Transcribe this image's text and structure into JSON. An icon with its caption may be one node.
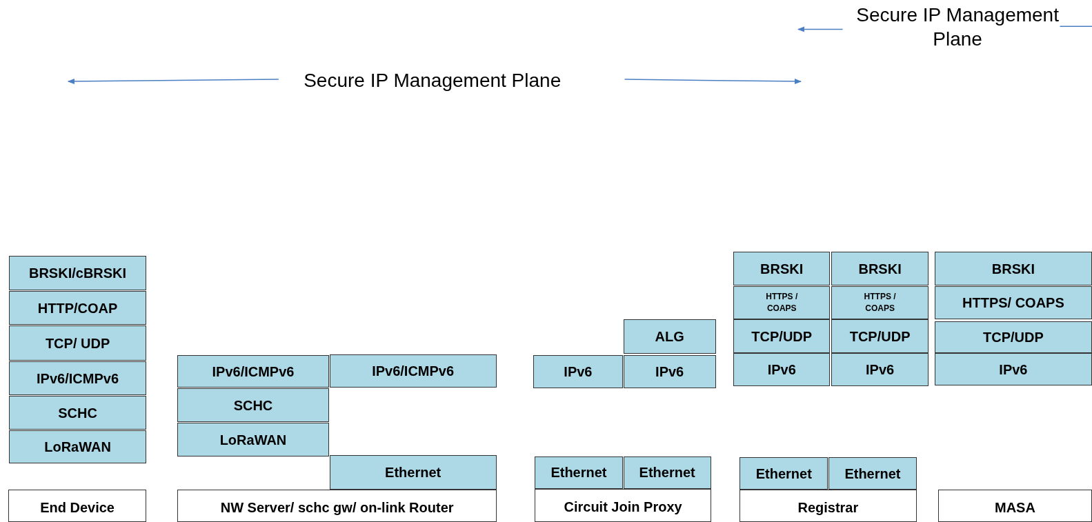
{
  "diagram": {
    "nodes": [
      {
        "text": [
          "BRSKI/cBRSKI"
        ]
      },
      {
        "text": [
          "HTTP/COAP"
        ]
      },
      {
        "text": [
          "TCP/ UDP"
        ]
      },
      {
        "text": [
          "IPv6/ICMPv6"
        ]
      },
      {
        "text": [
          "SCHC"
        ]
      },
      {
        "text": [
          "LoRaWAN"
        ]
      },
      {
        "text": [
          "End Device"
        ]
      },
      {
        "text": [
          "IPv6/ICMPv6"
        ]
      },
      {
        "text": [
          "IPv6/ICMPv6"
        ]
      },
      {
        "text": [
          "SCHC"
        ]
      },
      {
        "text": [
          "LoRaWAN"
        ]
      },
      {
        "text": [
          "Ethernet"
        ]
      },
      {
        "text": [
          "NW Server/ schc gw/ on-link Router"
        ]
      },
      {
        "text": [
          "ALG"
        ]
      },
      {
        "text": [
          "IPv6"
        ]
      },
      {
        "text": [
          "IPv6"
        ]
      },
      {
        "text": [
          "Ethernet"
        ]
      },
      {
        "text": [
          "Ethernet"
        ]
      },
      {
        "text": [
          "Circuit Join Proxy"
        ]
      },
      {
        "text": [
          "BRSKI"
        ]
      },
      {
        "text": [
          "BRSKI"
        ]
      },
      {
        "text": [
          "HTTPS / COAPS"
        ]
      },
      {
        "text": [
          "HTTPS / COAPS"
        ]
      },
      {
        "text": [
          "TCP/UDP"
        ]
      },
      {
        "text": [
          "TCP/UDP"
        ]
      },
      {
        "text": [
          "IPv6"
        ]
      },
      {
        "text": [
          "IPv6"
        ]
      },
      {
        "text": [
          "Ethernet"
        ]
      },
      {
        "text": [
          "Ethernet"
        ]
      },
      {
        "text": [
          "Registrar"
        ]
      },
      {
        "text": [
          "BRSKI"
        ]
      },
      {
        "text": [
          "HTTPS/ COAPS"
        ]
      },
      {
        "text": [
          "TCP/UDP"
        ]
      },
      {
        "text": [
          "IPv6"
        ]
      },
      {
        "text": [
          "MASA"
        ]
      }
    ],
    "labels": [
      "Secure IP Management Plane",
      "Secure IP Management Plane"
    ]
  }
}
